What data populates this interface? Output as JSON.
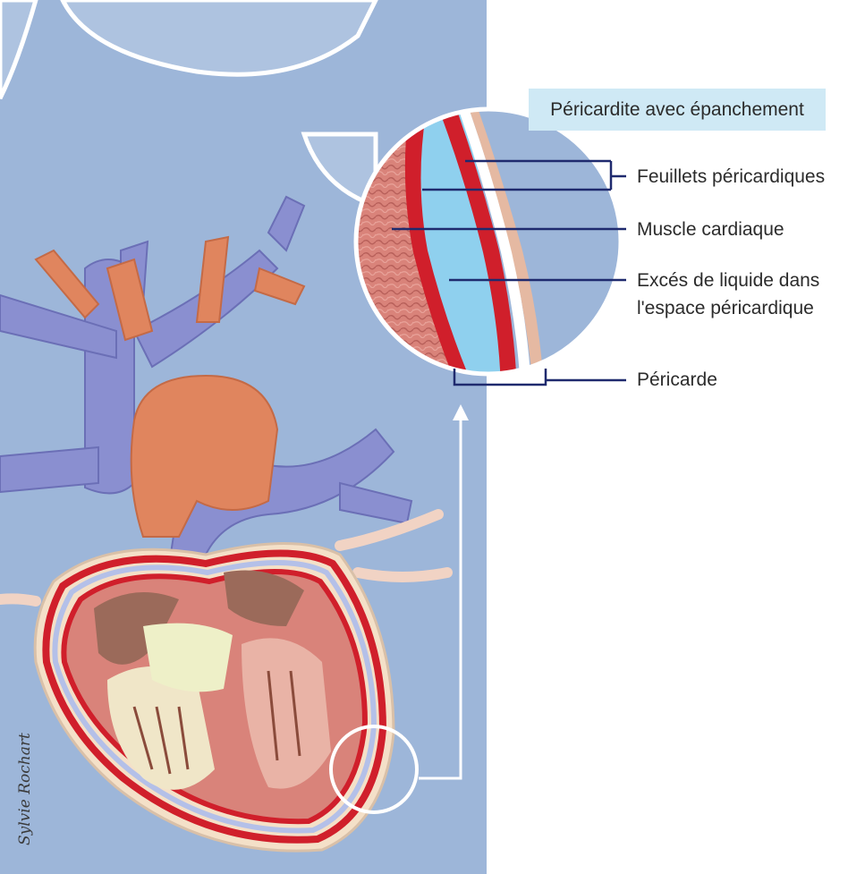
{
  "title": "Péricardite avec épanchement",
  "labels": {
    "feuillets": "Feuillets péricardiques",
    "muscle": "Muscle cardiaque",
    "exces_line1": "Excés de liquide dans",
    "exces_line2": "l'espace péricardique",
    "pericarde": "Péricarde"
  },
  "signature": "Sylvie Rochart",
  "colors": {
    "background_blue": "#9db6d9",
    "vein_purple": "#8a8fd0",
    "artery_orange": "#e0855e",
    "pericardium_red": "#d01f2b",
    "fluid_blue": "#8fd0ee",
    "muscle_pink": "#d9837a",
    "label_line": "#1f2a6e",
    "title_box": "#cfe9f5"
  }
}
